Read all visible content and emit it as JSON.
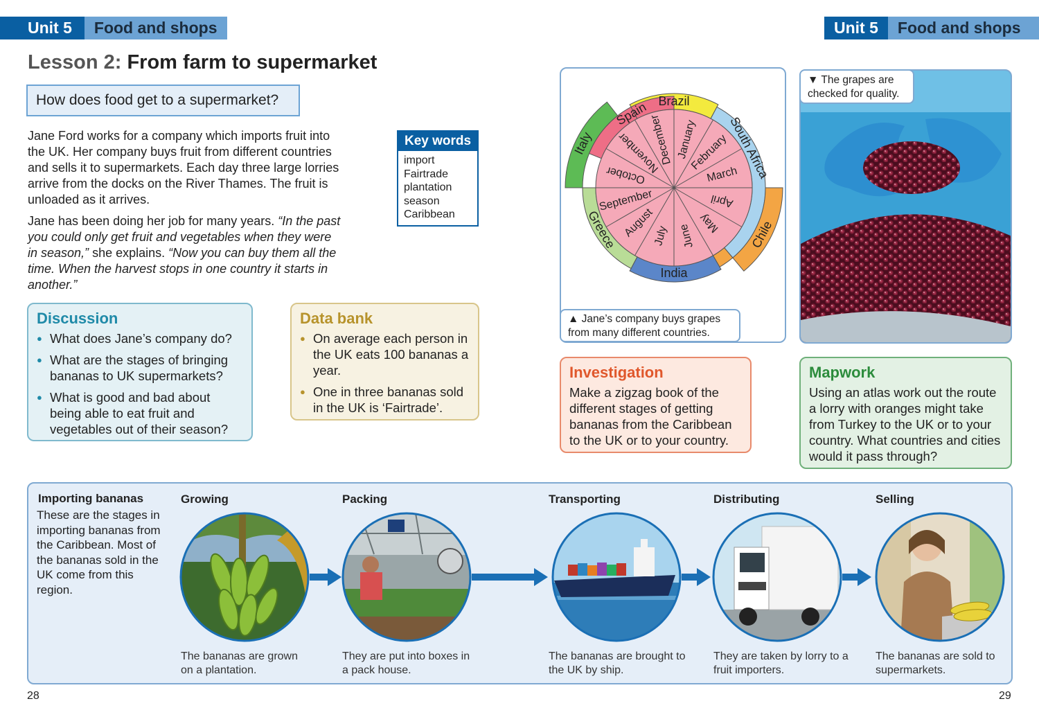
{
  "header": {
    "left": {
      "unit": "Unit 5",
      "name": "Food and shops"
    },
    "right": {
      "unit": "Unit 5",
      "name": "Food and shops"
    }
  },
  "lesson": {
    "prefix": "Lesson 2:",
    "title": "From farm to supermarket"
  },
  "question": "How does food get to a supermarket?",
  "paragraph1": "Jane Ford works for a company which imports fruit into the UK. Her company buys fruit from different countries and sells it to supermarkets. Each day three large lorries arrive from the docks on the River Thames. The fruit is unloaded as it arrives.",
  "paragraph2": {
    "plain1": "Jane has been doing her job for many years.",
    "quote1": "“In the past you could only get fruit and vegetables when they were in season,”",
    "plain2": "she explains.",
    "quote2": "“Now you can buy them all the time. When the harvest stops in one country it starts in another.”"
  },
  "keywords": {
    "title": "Key words",
    "items": [
      "import",
      "Fairtrade",
      "plantation",
      "season",
      "Caribbean"
    ]
  },
  "discussion": {
    "title": "Discussion",
    "items": [
      "What does Jane’s company do?",
      "What are the stages of bringing bananas to UK supermarkets?",
      "What is good and bad about being able to eat fruit and vegetables out of their season?"
    ]
  },
  "databank": {
    "title": "Data bank",
    "items": [
      "On average each person in the UK eats 100 bananas a year.",
      "One in three bananas sold in the UK is ‘Fairtrade’."
    ]
  },
  "season_wheel": {
    "months": [
      "January",
      "February",
      "March",
      "April",
      "May",
      "June",
      "July",
      "August",
      "September",
      "October",
      "November",
      "December"
    ],
    "countries": [
      "Brazil",
      "South Africa",
      "Chile",
      "India",
      "Greece",
      "Italy",
      "Spain"
    ],
    "colors": {
      "month_fill": "#f5a9b8",
      "brazil": "#f3ea3e",
      "south_africa": "#a9d3ee",
      "chile": "#f3a544",
      "india": "#5b86c9",
      "greece": "#b9dc97",
      "italy": "#5dbb55",
      "spain": "#ee6e86"
    },
    "caption": "▲ Jane’s company buys grapes from many different countries."
  },
  "photo": {
    "caption": "▼ The grapes are checked for quality."
  },
  "investigation": {
    "title": "Investigation",
    "text": "Make a zigzag book of the different stages of getting bananas from the Caribbean to the UK or to your country."
  },
  "mapwork": {
    "title": "Mapwork",
    "text": "Using an atlas work out the route a lorry with oranges might take from Turkey to the UK or to your country. What countries and cities would it pass through?"
  },
  "importing": {
    "title": "Importing bananas",
    "text": "These are the stages in importing bananas from the Caribbean. Most of the bananas sold in the UK come from this region.",
    "stages": [
      {
        "title": "Growing",
        "caption": "The bananas are grown on a plantation."
      },
      {
        "title": "Packing",
        "caption": "They are put into boxes in a pack house."
      },
      {
        "title": "Transporting",
        "caption": "The bananas are brought to the UK by ship."
      },
      {
        "title": "Distributing",
        "caption": "They are taken by lorry to a fruit importers."
      },
      {
        "title": "Selling",
        "caption": "The bananas are sold to supermarkets."
      }
    ]
  },
  "pages": {
    "left": "28",
    "right": "29"
  }
}
